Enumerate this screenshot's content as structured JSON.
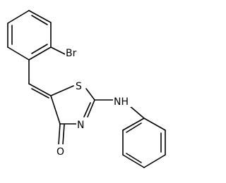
{
  "molecule": {
    "atoms": {
      "br": "Br",
      "s": "S",
      "nh": "NH",
      "n": "N",
      "o": "O"
    }
  }
}
